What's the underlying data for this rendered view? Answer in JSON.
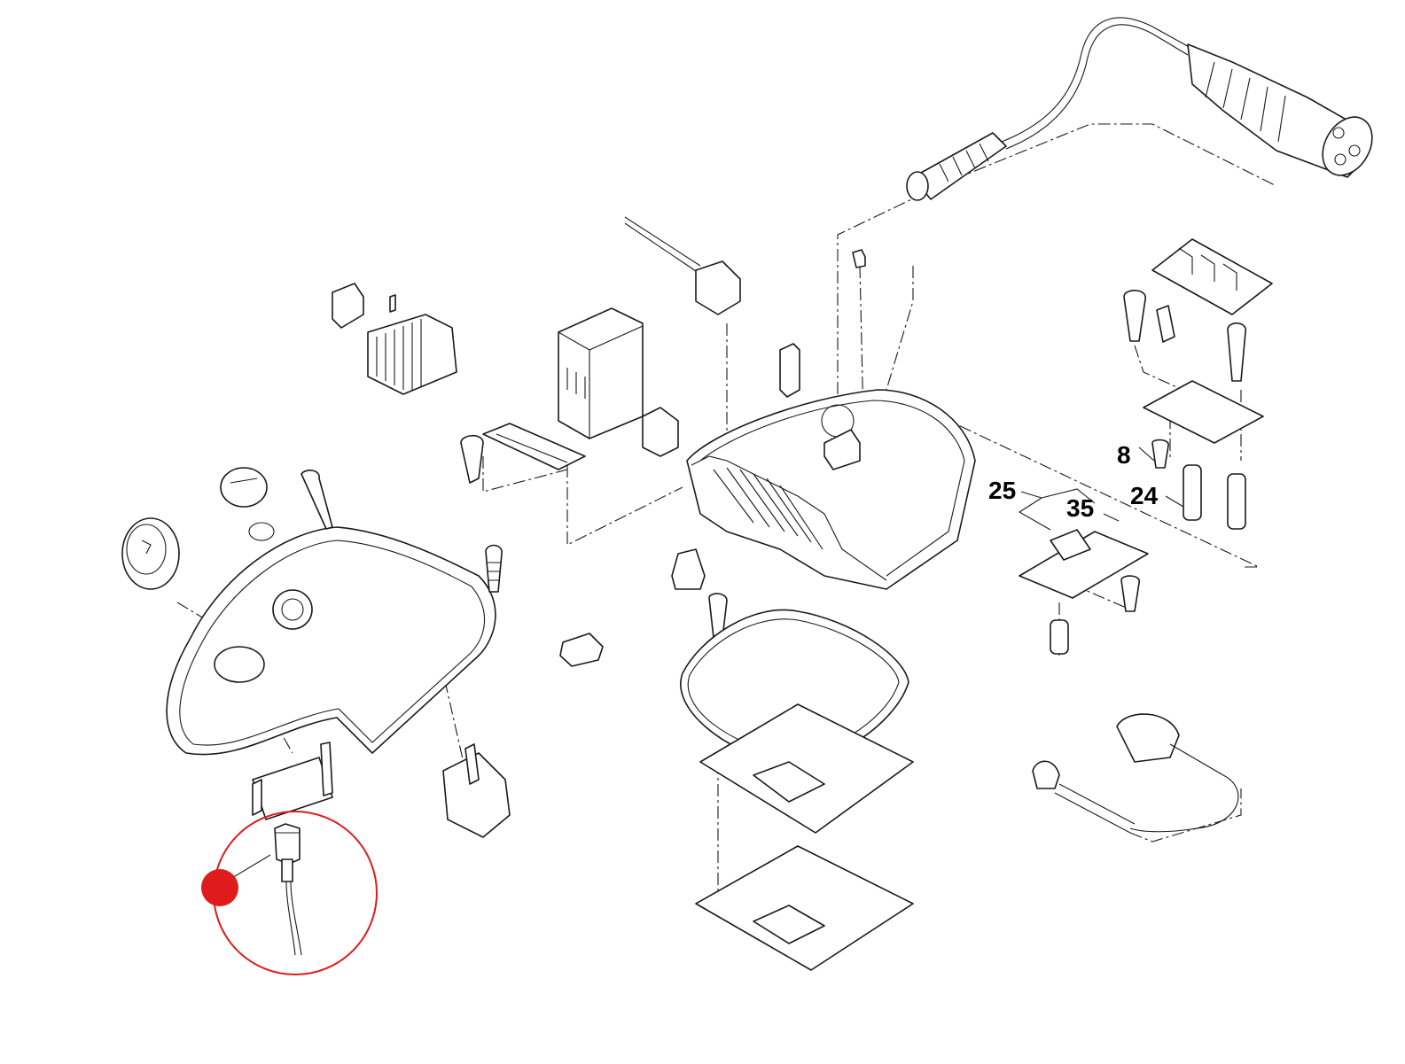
{
  "diagram": {
    "callouts": [
      {
        "id": "callout-8",
        "label": "8"
      },
      {
        "id": "callout-25",
        "label": "25"
      },
      {
        "id": "callout-35",
        "label": "35"
      },
      {
        "id": "callout-24",
        "label": "24"
      }
    ],
    "highlight": {
      "color": "#e01b1b",
      "marker": "red-dot"
    }
  }
}
